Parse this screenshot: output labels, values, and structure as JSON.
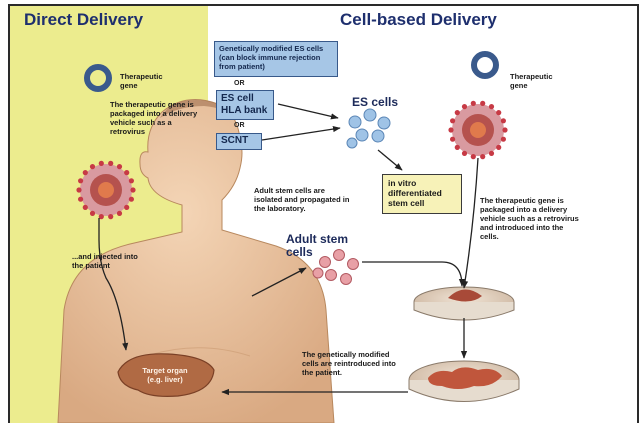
{
  "headers": {
    "direct": "Direct Delivery",
    "cell_based": "Cell-based Delivery"
  },
  "direct": {
    "gene_label": "Therapeutic gene",
    "packaged_note": "The therapeutic gene is packaged into a delivery vehicle such as a retrovirus",
    "injected_note": "...and injected into the patient"
  },
  "cell_based": {
    "modified_box": "Genetically modified ES cells (can block immune rejection from patient)",
    "or_1": "OR",
    "hla_box": "ES cell HLA bank",
    "or_2": "OR",
    "scnt_box": "SCNT",
    "es_cells_label": "ES cells",
    "differentiated_box": "in vitro differentiated stem cell",
    "gene_label": "Therapeutic gene",
    "adult_note": "Adult stem cells are isolated and propagated in the laboratory.",
    "adult_label": "Adult stem cells",
    "packaged_note": "The therapeutic gene is packaged into a delivery vehicle such as a retrovirus and introduced into the cells.",
    "reintroduced_note": "The genetically modified cells are reintroduced into the patient.",
    "target_label": "Target organ (e.g. liver)"
  },
  "colors": {
    "direct_panel": "#ecec8e",
    "box_fill": "#a6c6e6",
    "differentiated_fill": "#f7f2b8",
    "skin": "#ecc6a2",
    "liver": "#b06a44",
    "cell_outer": "#d99aa0",
    "spike": "#c73a45",
    "gene_ring": "#3a5a8c"
  }
}
